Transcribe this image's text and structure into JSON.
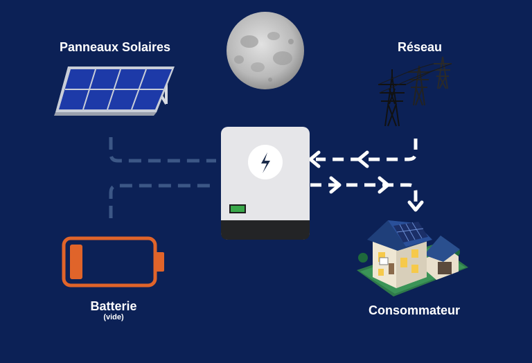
{
  "labels": {
    "solar": "Panneaux Solaires",
    "grid": "Réseau",
    "battery": "Batterie",
    "battery_state": "(vide)",
    "consumer": "Consommateur"
  },
  "colors": {
    "background": "#0c2156",
    "battery_outline": "#e0642a",
    "inverter_led": "#3aa84a",
    "flow_active": "#ffffff",
    "flow_inactive": "#3c5786"
  },
  "icons": {
    "solar": "solar-panel-icon",
    "moon": "moon-icon",
    "grid": "power-pylon-icon",
    "inverter": "inverter-icon",
    "battery": "battery-empty-icon",
    "house": "house-icon"
  }
}
